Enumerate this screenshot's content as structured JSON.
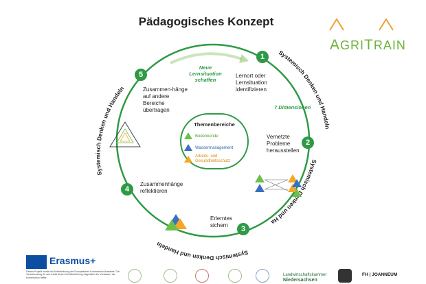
{
  "title": "Pädagogisches Konzept",
  "logo": {
    "text_a": "A",
    "text_gri": "GRI",
    "text_t": "T",
    "text_rain": "RAIN",
    "color": "#6db23c",
    "triangle_color": "#f0a030"
  },
  "ring_color": "#2e9a45",
  "steps": [
    {
      "number": "1",
      "label": "Lernort oder Lernsituation identifizieren"
    },
    {
      "number": "2",
      "label": "Vernetzte Probleme herausstellen"
    },
    {
      "number": "3",
      "label": "Erlerntes sichern"
    },
    {
      "number": "4",
      "label": "Zusammenhänge reflektieren"
    },
    {
      "number": "5",
      "label": "Zusammen-hänge auf andere Bereiche übertragen"
    }
  ],
  "annotations": {
    "new_situation": "Neue Lernsituation schaffen",
    "dimensions": "7 Dimensionen"
  },
  "arc_text": "Systemisch Denken und Handeln",
  "center": {
    "title": "Themenbereiche",
    "topics": [
      {
        "label": "Bodenkunde",
        "color": "#6cc04a"
      },
      {
        "label": "Wassermanagement",
        "color": "#3a6fc4"
      },
      {
        "label": "Arbeits- und Gesundheitsschutz",
        "color": "#f5a623"
      }
    ]
  },
  "footer": {
    "erasmus": "Erasmus+",
    "disclaimer": "Dieses Projekt wurde mit Unterstützung der Europäischen Kommission finanziert. Die Verantwortung für den Inhalt dieser Veröffentlichung trägt allein der Verfasser; die Kommission haftet",
    "lwk_line1": "Landwirtschaftskammer",
    "lwk_line2": "Niedersachsen",
    "fh": "FH | JOANNEUM"
  }
}
